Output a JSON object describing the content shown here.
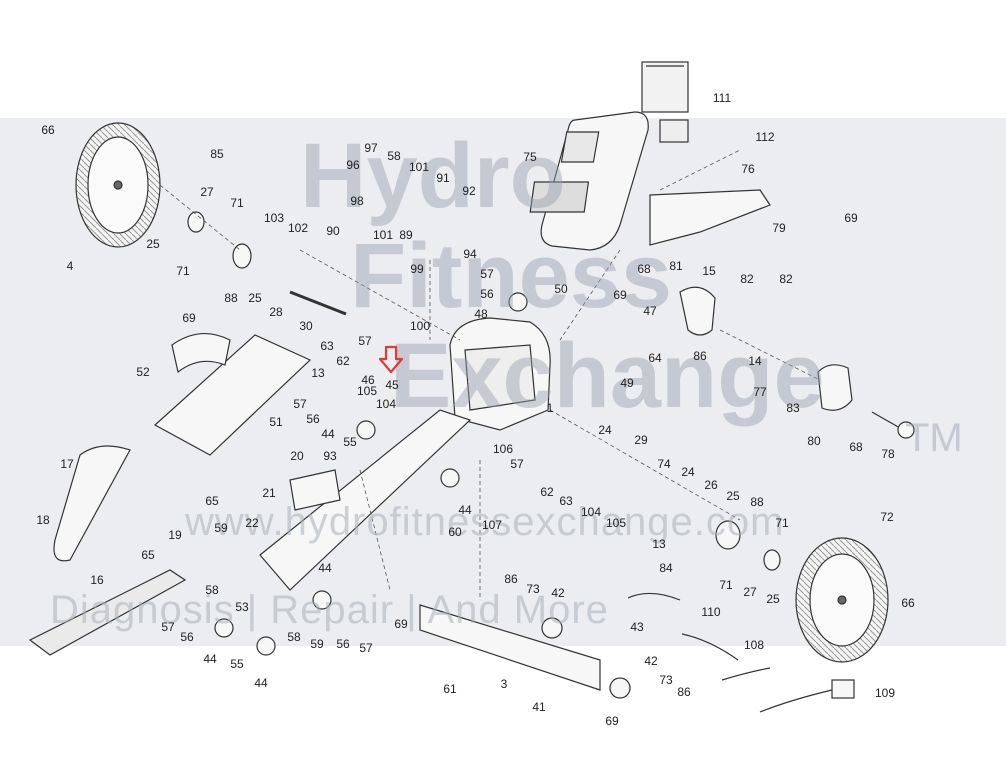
{
  "watermark": {
    "line1": "Hydro",
    "line2": "Fitness",
    "line3": "Exchange",
    "tm": "TM",
    "url": "www.hydrofitnessexchange.com",
    "tagline": "Diagnosis | Repair | And More"
  },
  "callout_arrow": {
    "target": "45",
    "color": "#e03a3a"
  },
  "labels": {
    "l66a": "66",
    "l85": "85",
    "l27a": "27",
    "l71a": "71",
    "l71b": "71",
    "l25a": "25",
    "l4": "4",
    "l88a": "88",
    "l25b": "25",
    "l28": "28",
    "l103": "103",
    "l102": "102",
    "l90": "90",
    "l30": "30",
    "l97": "97",
    "l58a": "58",
    "l96": "96",
    "l98": "98",
    "l101a": "101",
    "l101b": "101",
    "l89": "89",
    "l91": "91",
    "l92": "92",
    "l94": "94",
    "l99": "99",
    "l100": "100",
    "l111": "111",
    "l112": "112",
    "l75": "75",
    "l76": "76",
    "l69a": "69",
    "l79": "79",
    "l57a": "57",
    "l56a": "56",
    "l48": "48",
    "l68a": "68",
    "l81": "81",
    "l15": "15",
    "l82a": "82",
    "l82b": "82",
    "l50": "50",
    "l69b": "69",
    "l47": "47",
    "l86a": "86",
    "l14": "14",
    "l77": "77",
    "l64": "64",
    "l49": "49",
    "l83": "83",
    "l80": "80",
    "l68b": "68",
    "l78": "78",
    "l69c": "69",
    "l52": "52",
    "l63a": "63",
    "l57b": "57",
    "l62a": "62",
    "l46": "46",
    "l45": "45",
    "l1": "1",
    "l13a": "13",
    "l105a": "105",
    "l57c": "57",
    "l104a": "104",
    "l56b": "56",
    "l44a": "44",
    "l55a": "55",
    "l51": "51",
    "l93": "93",
    "l17": "17",
    "l20": "20",
    "l106": "106",
    "l57d": "57",
    "l24a": "24",
    "l29": "29",
    "l74": "74",
    "l24b": "24",
    "l26": "26",
    "l25c": "25",
    "l88b": "88",
    "l62b": "62",
    "l63b": "63",
    "l104b": "104",
    "l105b": "105",
    "l13b": "13",
    "l44b": "44",
    "l107": "107",
    "l60": "60",
    "l21": "21",
    "l65a": "65",
    "l19": "19",
    "l18": "18",
    "l22": "22",
    "l59a": "59",
    "l65b": "65",
    "l71c": "71",
    "l71d": "71",
    "l72": "72",
    "l27b": "27",
    "l25d": "25",
    "l66b": "66",
    "l16": "16",
    "l58b": "58",
    "l53": "53",
    "l44c": "44",
    "l57e": "57",
    "l56c": "56",
    "l58c": "58",
    "l59b": "59",
    "l56d": "56",
    "l57f": "57",
    "l69d": "69",
    "l86b": "86",
    "l73a": "73",
    "l42a": "42",
    "l84": "84",
    "l110": "110",
    "l44d": "44",
    "l55b": "55",
    "l44e": "44",
    "l61": "61",
    "l3": "3",
    "l43": "43",
    "l42b": "42",
    "l73b": "73",
    "l86c": "86",
    "l108": "108",
    "l109": "109",
    "l41": "41",
    "l69e": "69"
  }
}
